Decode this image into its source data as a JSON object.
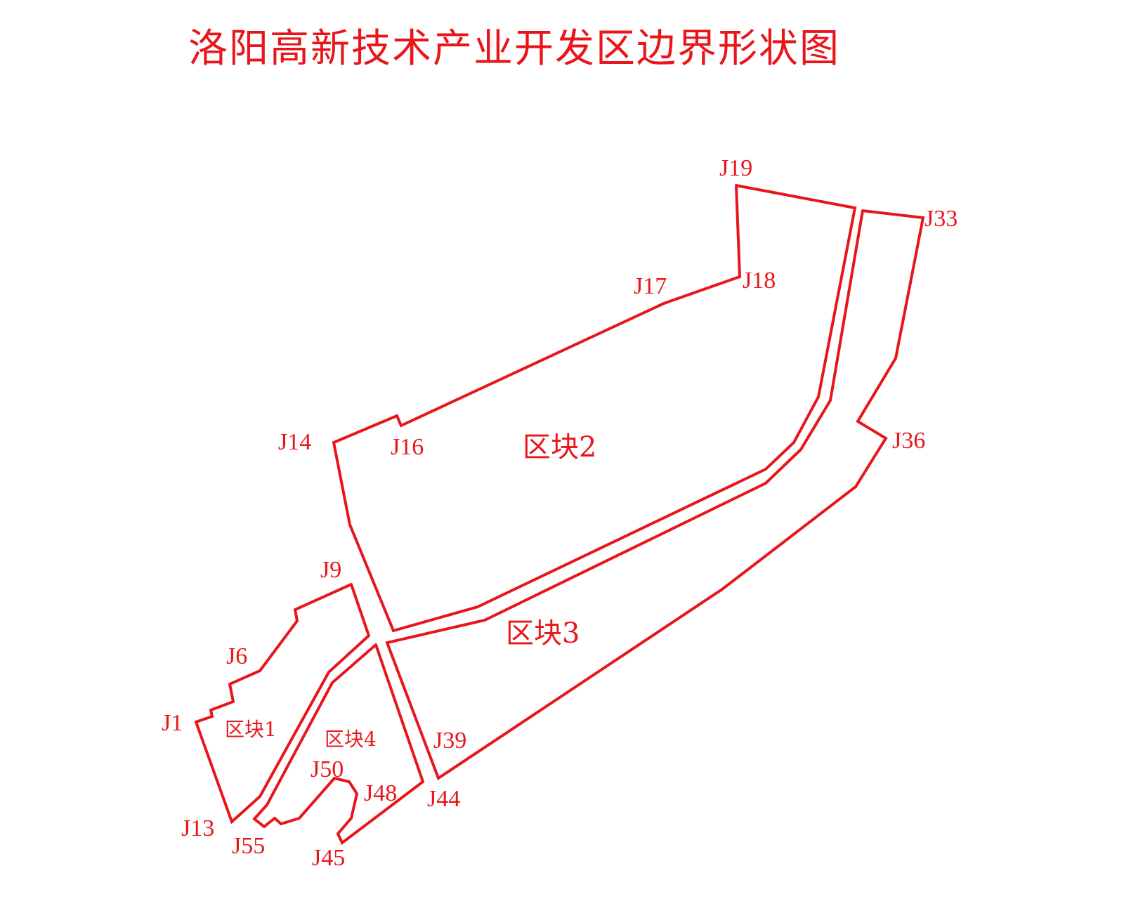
{
  "title": "洛阳高新技术产业开发区边界形状图",
  "colors": {
    "line": "#e8161b",
    "text": "#e8161b",
    "background": "#ffffff"
  },
  "blocks": [
    {
      "id": "block-1",
      "label": "区块1"
    },
    {
      "id": "block-2",
      "label": "区块2"
    },
    {
      "id": "block-3",
      "label": "区块3"
    },
    {
      "id": "block-4",
      "label": "区块4"
    }
  ],
  "point_labels": [
    "J1",
    "J6",
    "J9",
    "J13",
    "J14",
    "J16",
    "J17",
    "J18",
    "J19",
    "J33",
    "J36",
    "J39",
    "J44",
    "J45",
    "J48",
    "J50",
    "J55"
  ]
}
